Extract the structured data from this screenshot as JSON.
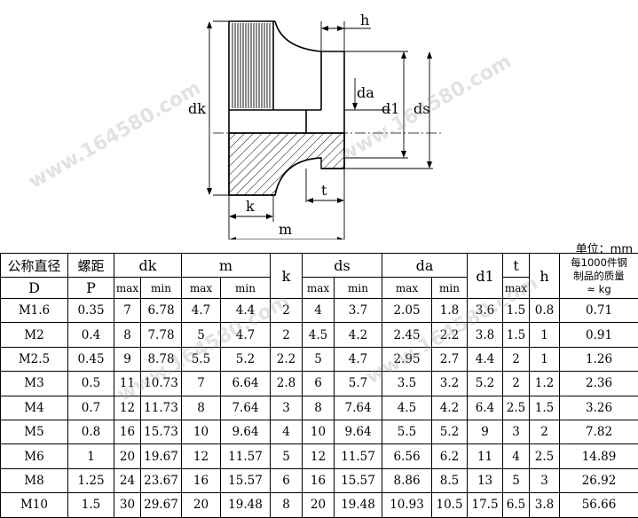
{
  "drawing_labels": {
    "h": "h",
    "dk": "dk",
    "da": "da",
    "d1": "d1",
    "ds": "ds",
    "t": "t",
    "k": "k",
    "m": "m"
  },
  "unit_label": "单位：mm",
  "headers": {
    "D_cn": "公称直径",
    "D": "D",
    "P_cn": "螺距",
    "P": "P",
    "dk": "dk",
    "m": "m",
    "k": "k",
    "ds": "ds",
    "da": "da",
    "d1": "d1",
    "t": "t",
    "h": "h",
    "max": "max",
    "min": "min",
    "mass_line1": "每1000件钢",
    "mass_line2": "制品的质量",
    "mass_line3": "≈ kg"
  },
  "rows": [
    [
      "M1.6",
      "0.35",
      "7",
      "6.78",
      "4.7",
      "4.4",
      "2",
      "4",
      "3.7",
      "2.05",
      "1.8",
      "3.6",
      "1.5",
      "0.8",
      "0.71"
    ],
    [
      "M2",
      "0.4",
      "8",
      "7.78",
      "5",
      "4.7",
      "2",
      "4.5",
      "4.2",
      "2.45",
      "2.2",
      "3.8",
      "1.5",
      "1",
      "0.91"
    ],
    [
      "M2.5",
      "0.45",
      "9",
      "8.78",
      "5.5",
      "5.2",
      "2.2",
      "5",
      "4.7",
      "2.95",
      "2.7",
      "4.4",
      "2",
      "1",
      "1.26"
    ],
    [
      "M3",
      "0.5",
      "11",
      "10.73",
      "7",
      "6.64",
      "2.8",
      "6",
      "5.7",
      "3.5",
      "3.2",
      "5.2",
      "2",
      "1.2",
      "2.36"
    ],
    [
      "M4",
      "0.7",
      "12",
      "11.73",
      "8",
      "7.64",
      "3",
      "8",
      "7.64",
      "4.5",
      "4.2",
      "6.4",
      "2.5",
      "1.5",
      "3.26"
    ],
    [
      "M5",
      "0.8",
      "16",
      "15.73",
      "10",
      "9.64",
      "4",
      "10",
      "9.64",
      "5.5",
      "5.2",
      "9",
      "3",
      "2",
      "7.82"
    ],
    [
      "M6",
      "1",
      "20",
      "19.67",
      "12",
      "11.57",
      "5",
      "12",
      "11.57",
      "6.56",
      "6.2",
      "11",
      "4",
      "2.5",
      "14.89"
    ],
    [
      "M8",
      "1.25",
      "24",
      "23.67",
      "16",
      "15.57",
      "6",
      "16",
      "15.57",
      "8.86",
      "8.5",
      "13",
      "5",
      "3",
      "26.92"
    ],
    [
      "M10",
      "1.5",
      "30",
      "29.67",
      "20",
      "19.48",
      "8",
      "20",
      "19.48",
      "10.93",
      "10.5",
      "17.5",
      "6.5",
      "3.8",
      "56.66"
    ]
  ]
}
